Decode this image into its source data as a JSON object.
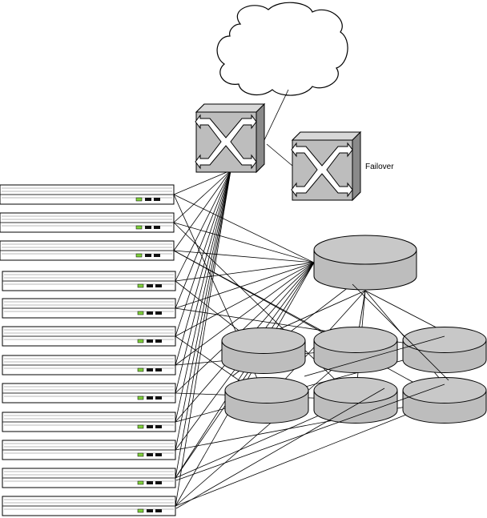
{
  "labels": {
    "failover": "Failover"
  },
  "nodes": {
    "cloud": "cloud-icon",
    "primary_switch": "network-switch-icon",
    "failover_switch": "network-switch-icon",
    "head_storage": "disk-icon",
    "storage_disks": "disk-icon",
    "servers": "rack-server-icon"
  },
  "counts": {
    "servers": 12,
    "storage_disks": 6
  },
  "colors": {
    "line": "#000000",
    "fill_gray": "#c0c0c0",
    "server_light": "#ffffff",
    "led_green": "#7fd13b",
    "port_black": "#111111"
  }
}
